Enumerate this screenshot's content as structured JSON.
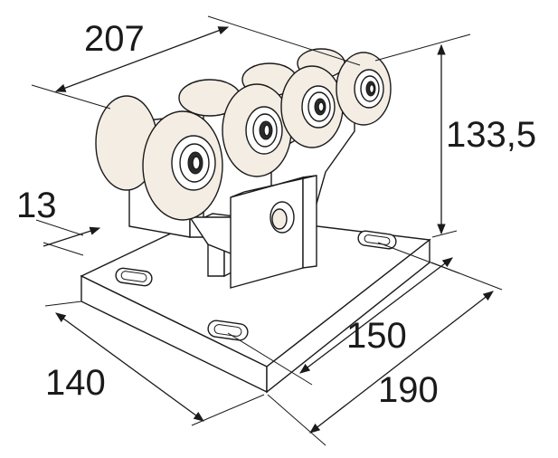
{
  "dimensions": {
    "width_top": "207",
    "height": "133,5",
    "thickness": "13",
    "plate_depth": "140",
    "hole_spacing": "150",
    "plate_length": "190"
  },
  "colors": {
    "stroke": "#1a1a1a",
    "wheel_fill": "#f3ede4",
    "background": "#ffffff"
  }
}
